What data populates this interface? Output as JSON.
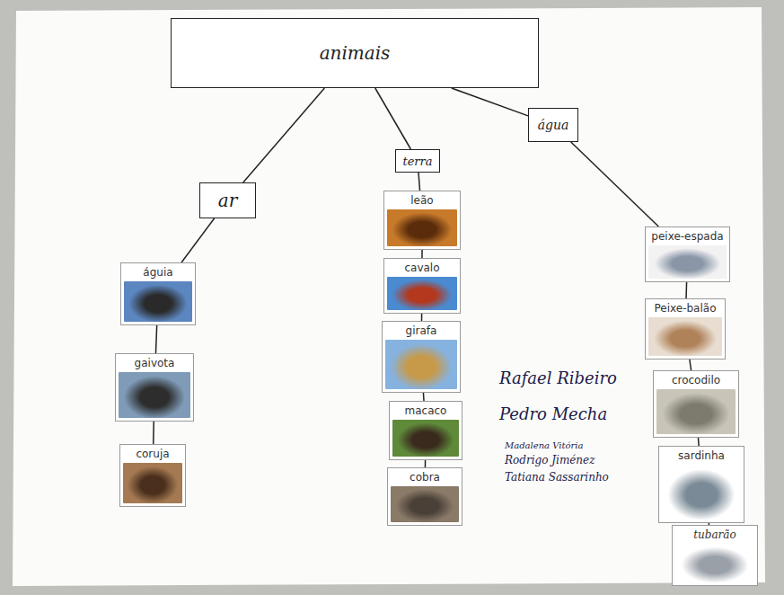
{
  "diagram": {
    "nodes": [
      {
        "text": [
          "animais"
        ]
      },
      {
        "text": [
          "ar"
        ]
      },
      {
        "text": [
          "terra"
        ]
      },
      {
        "text": [
          "água"
        ]
      },
      {
        "text": [
          "águia"
        ]
      },
      {
        "text": [
          "gaivota"
        ]
      },
      {
        "text": [
          "coruja"
        ]
      },
      {
        "text": [
          "leão"
        ]
      },
      {
        "text": [
          "cavalo"
        ]
      },
      {
        "text": [
          "girafa"
        ]
      },
      {
        "text": [
          "macaco"
        ]
      },
      {
        "text": [
          "cobra"
        ]
      },
      {
        "text": [
          "peixe-espada"
        ]
      },
      {
        "text": [
          "Peixe-balão"
        ]
      },
      {
        "text": [
          "crocodilo"
        ]
      },
      {
        "text": [
          "sardinha"
        ]
      },
      {
        "text": [
          "tubarão"
        ]
      }
    ],
    "edges": [
      {
        "from": 0,
        "to": 1,
        "arrow": "none"
      },
      {
        "from": 0,
        "to": 2,
        "arrow": "none"
      },
      {
        "from": 0,
        "to": 3,
        "arrow": "none"
      },
      {
        "from": 1,
        "to": 4,
        "arrow": "none"
      },
      {
        "from": 4,
        "to": 5,
        "arrow": "none"
      },
      {
        "from": 5,
        "to": 6,
        "arrow": "none"
      },
      {
        "from": 2,
        "to": 7,
        "arrow": "none"
      },
      {
        "from": 7,
        "to": 8,
        "arrow": "none"
      },
      {
        "from": 8,
        "to": 9,
        "arrow": "none"
      },
      {
        "from": 9,
        "to": 10,
        "arrow": "none"
      },
      {
        "from": 10,
        "to": 11,
        "arrow": "none"
      },
      {
        "from": 3,
        "to": 12,
        "arrow": "none"
      },
      {
        "from": 12,
        "to": 13,
        "arrow": "none"
      },
      {
        "from": 13,
        "to": 14,
        "arrow": "none"
      },
      {
        "from": 14,
        "to": 15,
        "arrow": "none"
      },
      {
        "from": 15,
        "to": 16,
        "arrow": "none"
      }
    ],
    "labels": [
      "Rafael Ribeiro",
      "Pedro Mecha",
      "Madalena Vitória",
      "Rodrigo Jiménez",
      "Tatiana Sassarinho"
    ]
  }
}
